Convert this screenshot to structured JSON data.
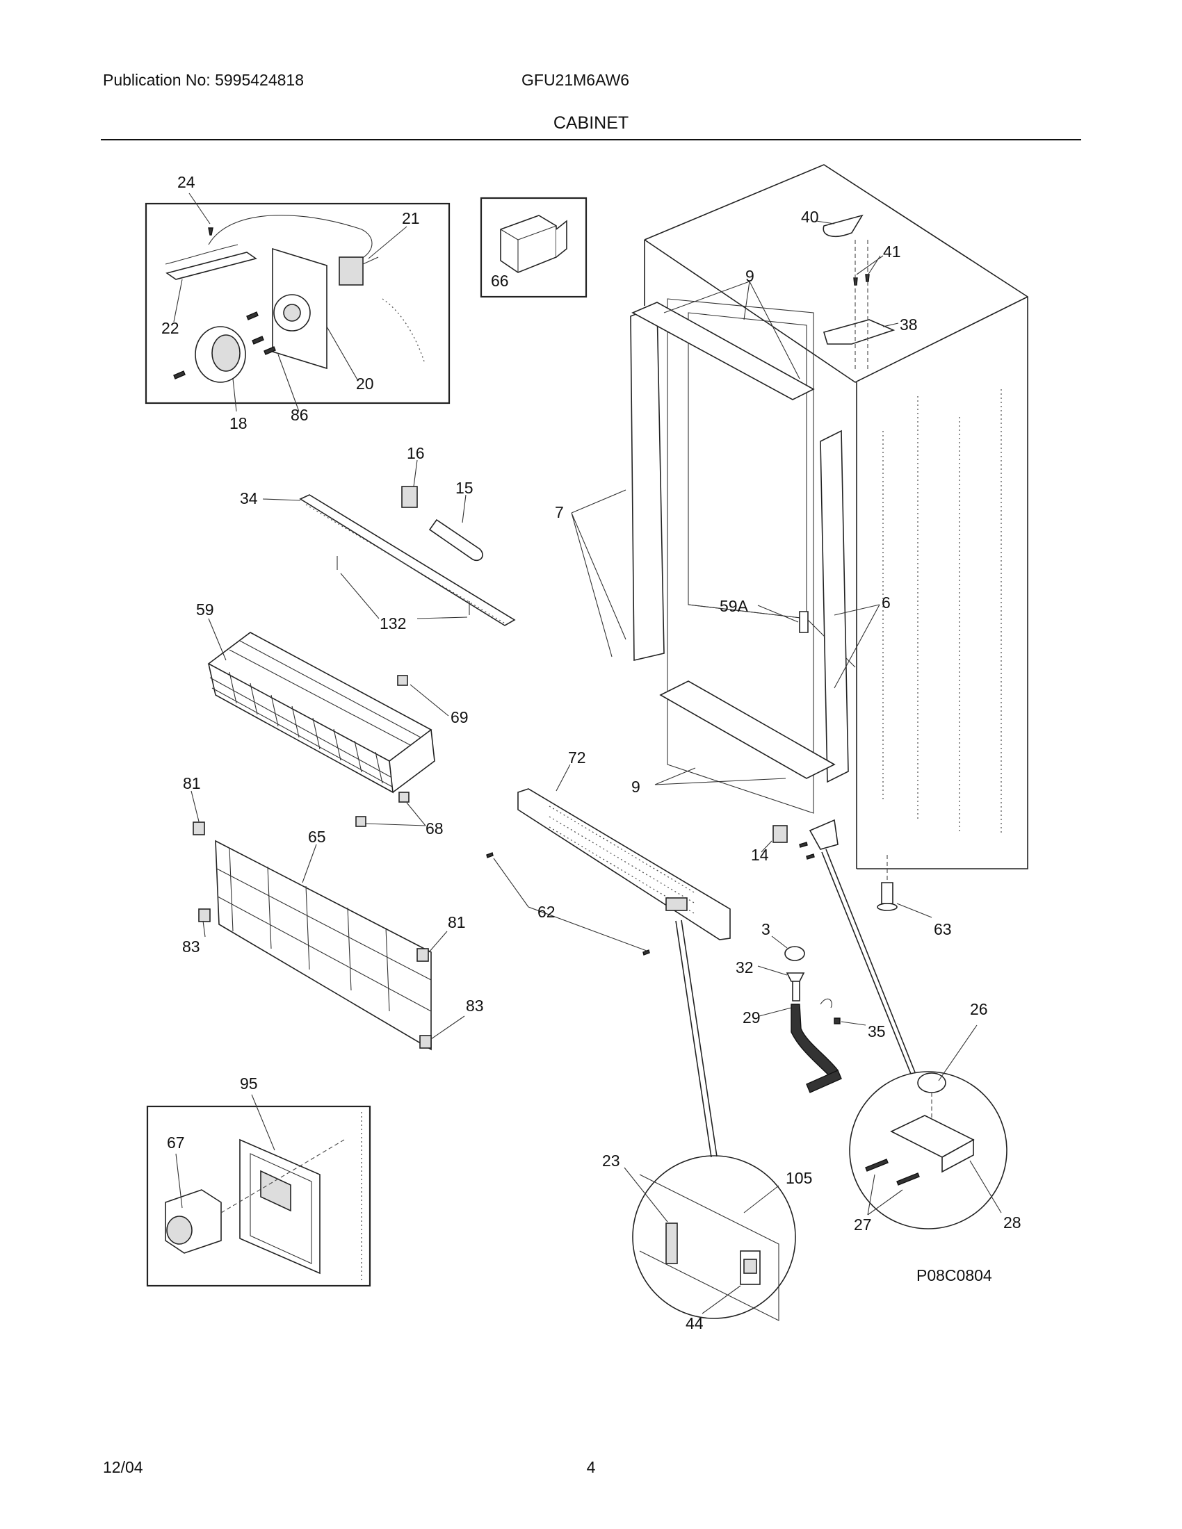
{
  "header": {
    "publication": "Publication No: 5995424818",
    "model": "GFU21M6AW6",
    "section_title": "CABINET"
  },
  "footer": {
    "date": "12/04",
    "page_number": "4"
  },
  "diagram": {
    "reference_code": "P08C0804",
    "part_labels": [
      "24",
      "21",
      "22",
      "20",
      "18",
      "86",
      "66",
      "40",
      "41",
      "38",
      "9",
      "16",
      "15",
      "34",
      "7",
      "132",
      "59A",
      "6",
      "59",
      "69",
      "81",
      "68",
      "72",
      "9",
      "65",
      "14",
      "62",
      "81",
      "83",
      "3",
      "63",
      "32",
      "83",
      "29",
      "35",
      "26",
      "95",
      "67",
      "23",
      "105",
      "27",
      "28",
      "44"
    ]
  }
}
